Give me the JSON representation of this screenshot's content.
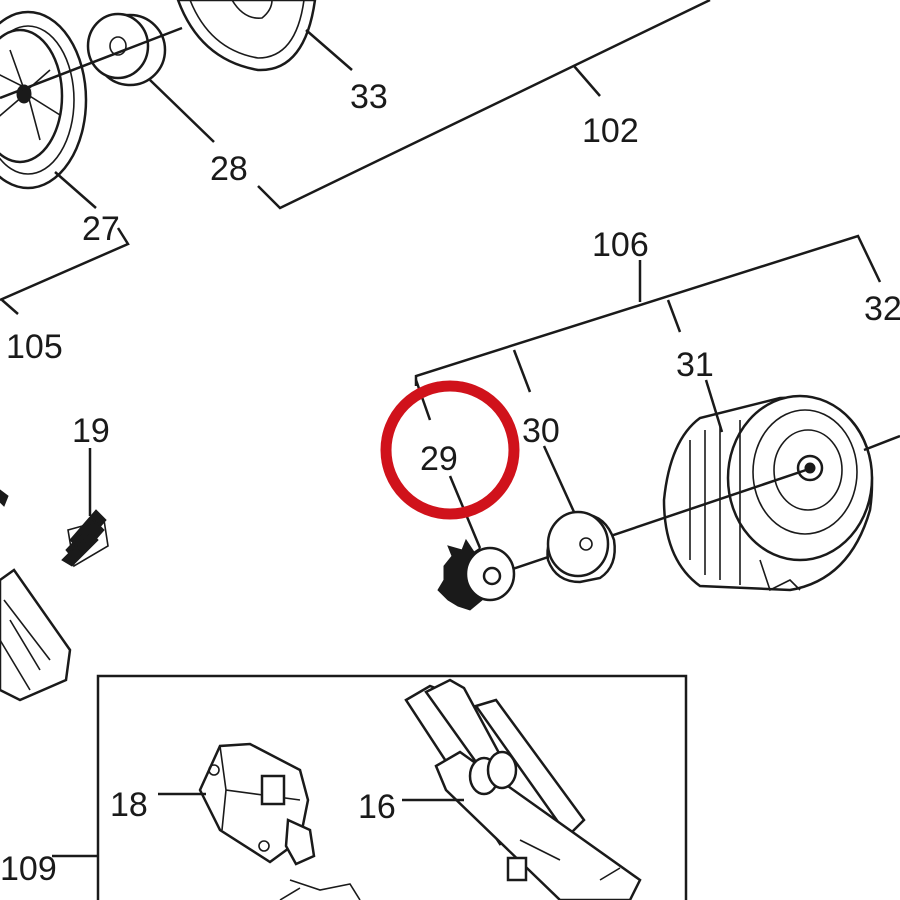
{
  "diagram": {
    "labels": {
      "p33": "33",
      "p102": "102",
      "p28": "28",
      "p27": "27",
      "p105": "105",
      "p106": "106",
      "p32": "32",
      "p31": "31",
      "p30": "30",
      "p29": "29",
      "p19": "19",
      "p18": "18",
      "p16": "16",
      "p109": "109"
    },
    "highlighted_part": "29",
    "highlight_color": "#d0121b"
  }
}
